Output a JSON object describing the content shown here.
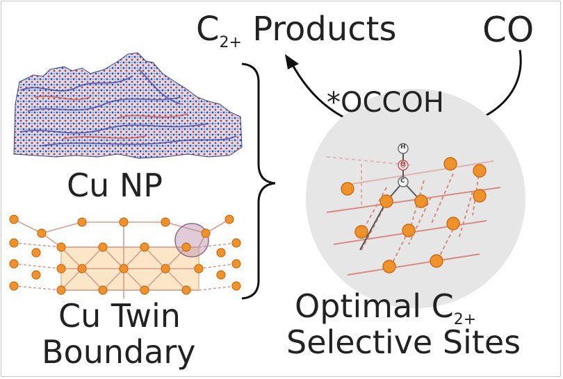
{
  "labels": {
    "products_main": "C",
    "products_sub": "2+",
    "products_rest": " Products",
    "reactant": "CO",
    "intermediate": "*OCCOH",
    "nanoparticle": "Cu NP",
    "twin_line1": "Cu Twin",
    "twin_line2": "Boundary",
    "sites_line1_main": "Optimal C",
    "sites_line1_sub": "2+",
    "sites_line2": "Selective Sites"
  },
  "adsorbate_atoms": [
    "H",
    "O",
    "C"
  ],
  "colors": {
    "atom": "#f0922b",
    "atom_stroke": "#c86a10",
    "bond": "#d99b8e",
    "twin_box": "#fbe7c8",
    "highlight": "#b78fa8",
    "circle_bg": "#e6e6e6",
    "np_blue": "#2e3fb0",
    "np_red": "#c23a35"
  }
}
